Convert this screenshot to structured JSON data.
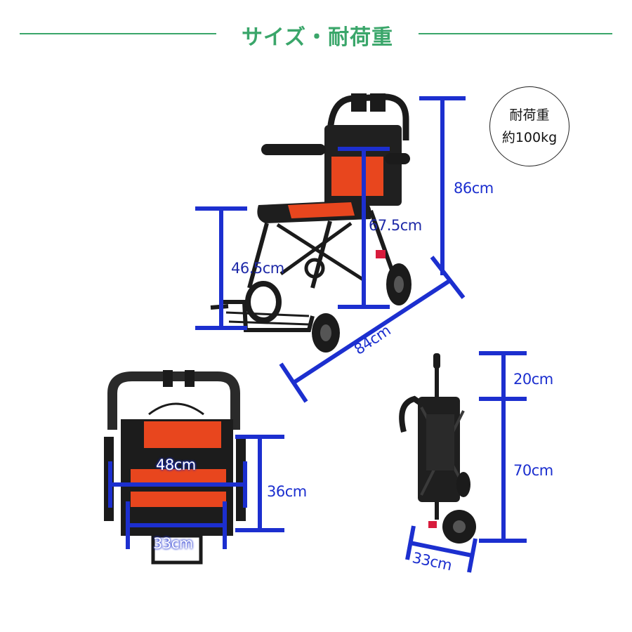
{
  "header": {
    "title": "サイズ・耐荷重"
  },
  "load_badge": {
    "line1": "耐荷重",
    "line2": "約100kg"
  },
  "dimensions": {
    "total_height": "86cm",
    "back_height": "67.5cm",
    "seat_height": "46.5cm",
    "total_length": "84cm",
    "seat_width": "48cm",
    "seat_depth": "36cm",
    "inner_width": "33cm",
    "handle_extra": "20cm",
    "folded_height": "70cm",
    "folded_width": "33cm"
  },
  "colors": {
    "accent_green": "#3aa66a",
    "dimension_blue": "#1c2fcf",
    "seat_orange": "#e8461e",
    "frame_black": "#1b1b1b"
  }
}
